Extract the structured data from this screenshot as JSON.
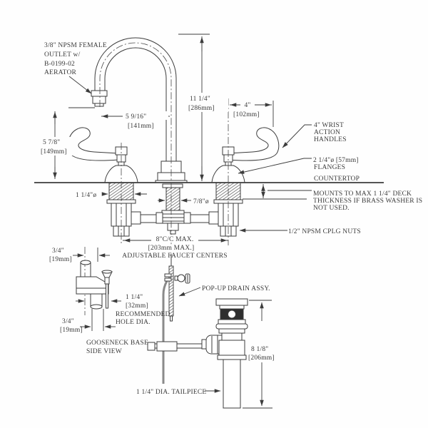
{
  "diagram": {
    "type": "technical-line-drawing",
    "subject": "gooseneck deck-mount faucet with wrist action handles, base side view and pop-up drain assembly",
    "colors": {
      "background": "#fefefe",
      "ink": "#3c3c3c",
      "drain_band": "#2e2e2e",
      "rod_gray": "#8a8a8a"
    },
    "labels": {
      "outlet_note": [
        "3/8\" NPSM FEMALE",
        "OUTLET w/",
        "B-0199-02",
        "AERATOR"
      ],
      "dim_total_height_in": "11 1/4\"",
      "dim_total_height_mm": "[286mm]",
      "dim_reach_in": "5 9/16\"",
      "dim_reach_mm": "[141mm]",
      "dim_handle_in": "4\"",
      "dim_handle_mm": "[102mm]",
      "dim_outlet_height_in": "5 7/8\"",
      "dim_outlet_height_mm": "[149mm]",
      "wrist_note": [
        "4\" WRIST",
        "ACTION",
        "HANDLES"
      ],
      "flange_note": [
        "2 1/4\"ø [57mm]",
        "FLANGES"
      ],
      "countertop": "COUNTERTOP",
      "deck_note": [
        "MOUNTS TO MAX 1 1/4\" DECK",
        "THICKNESS IF BRASS WASHER IS",
        "NOT USED."
      ],
      "shank_dia": "1 1/4\"ø",
      "center_shank_dia": "7/8\"ø",
      "cplg_nuts": "1/2\" NPSM CPLG NUTS",
      "centers_line1": "8\"C/C MAX.",
      "centers_line2": "[203mm MAX.]",
      "centers_line3": "ADJUSTABLE FAUCET CENTERS",
      "base_dim_top_in": "3/4\"",
      "base_dim_top_mm": "[19mm]",
      "hole_dim_in": "1 1/4\"",
      "hole_dim_mm": "[32mm]",
      "hole_note1": "RECOMMENDED",
      "hole_note2": "HOLE DIA.",
      "base_dim_bot_in": "3/4\"",
      "base_dim_bot_mm": "[19mm]",
      "base_caption1": "GOOSENECK BASE",
      "base_caption2": "SIDE VIEW",
      "popup_label": "POP-UP DRAIN ASSY.",
      "drain_len_in": "8 1/8\"",
      "drain_len_mm": "[206mm]",
      "tailpiece_label": "1 1/4\" DIA. TAILPIECE"
    }
  }
}
